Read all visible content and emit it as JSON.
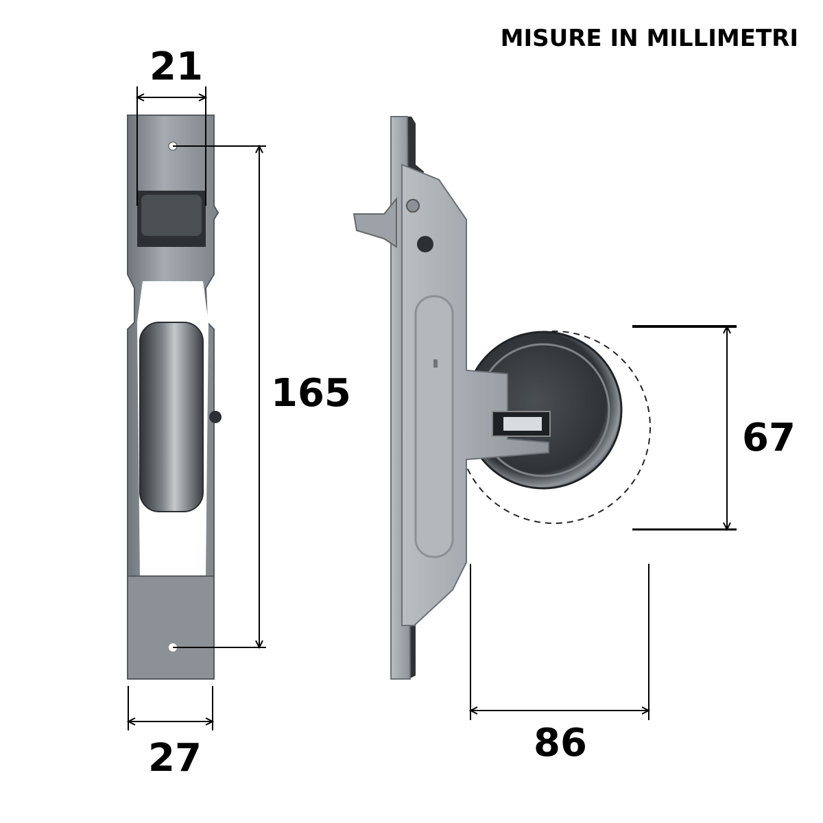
{
  "header": {
    "units_label": "MISURE IN MILLIMETRI"
  },
  "dimensions": {
    "top_width": "21",
    "bottom_width": "27",
    "height": "165",
    "wheel_diameter": "67",
    "depth": "86"
  },
  "colors": {
    "steel": "#9aa0a6",
    "steel_dark": "#6f757b",
    "steel_light": "#c9cdd1",
    "wheel_dark": "#3c4044",
    "wheel_mid": "#6a7076",
    "line": "#000000"
  }
}
